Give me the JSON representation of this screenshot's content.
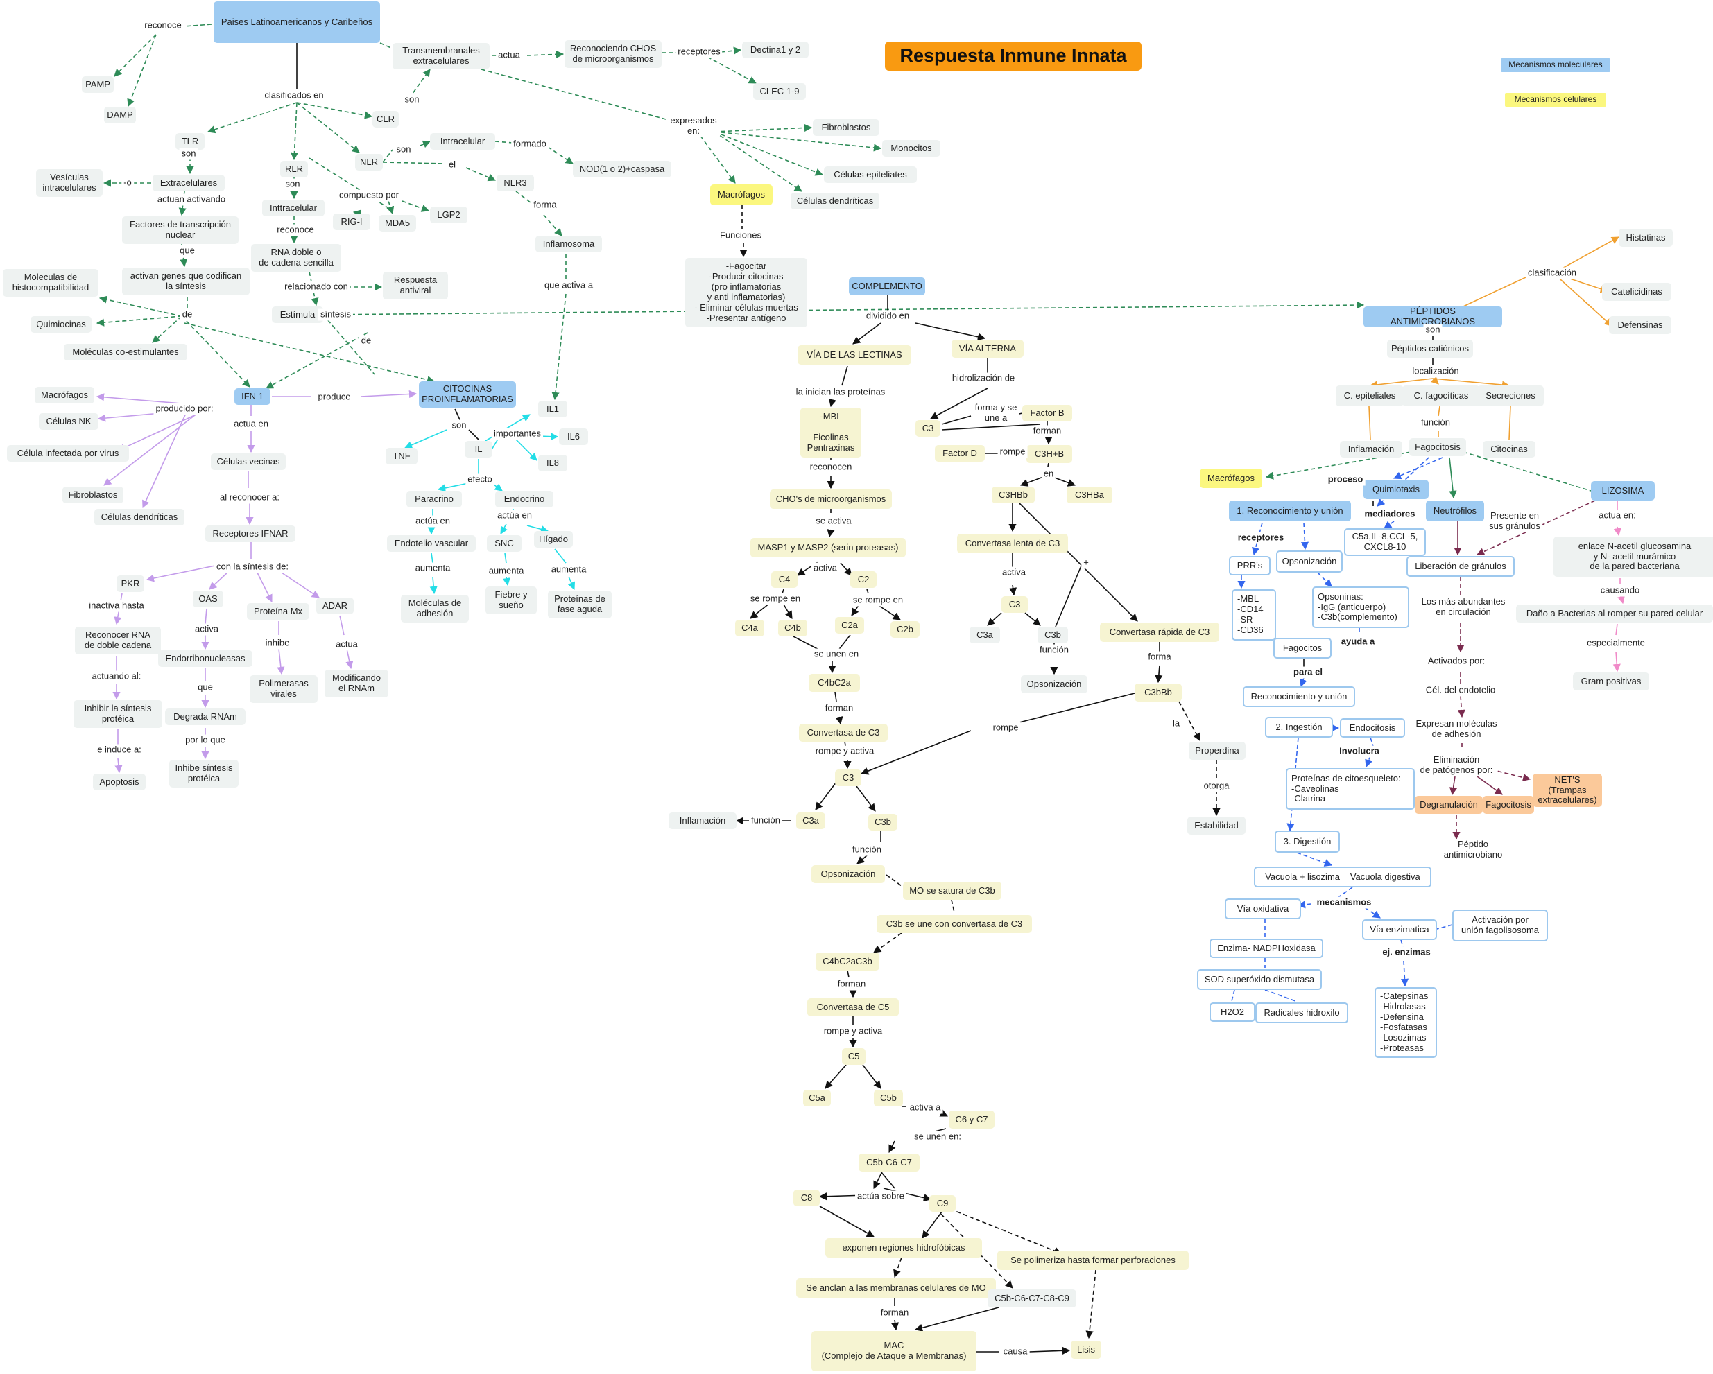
{
  "title": "Respuesta Inmune Innata",
  "legend": {
    "molecular": "Mecanismos moleculares",
    "cellular": "Mecanismos celulares"
  },
  "colors": {
    "node_gray": "#eef2f1",
    "node_blue": "#9ecbf2",
    "node_yellow": "#f6f4d2",
    "node_highlight": "#fbf77f",
    "title_orange": "#f99a11",
    "nets_peach": "#fbc99a",
    "edge_green": "#2e8b57",
    "edge_violet": "#c39bea",
    "edge_cyan": "#23dde6",
    "edge_black": "#111111",
    "edge_blue": "#3366ee",
    "edge_orange": "#f0a030",
    "edge_maroon": "#7a2b4e",
    "edge_pink": "#f08ac8"
  },
  "nodes": {
    "n1": "Paises Latinoamericanos y Caribeños",
    "n2": "PAMP",
    "n3": "DAMP",
    "n4": "Transmembranales\nextracelulares",
    "n5": "Reconociendo CHOS\nde microorganismos",
    "n6": "Dectina1 y 2",
    "n7": "CLEC 1-9",
    "n8": "CLR",
    "n9": "TLR",
    "n10": "Extracelulares",
    "n11": "Vesículas\nintracelulares",
    "n12": "Factores de transcripción\nnuclear",
    "n13": "activan genes que codifican\nla síntesis",
    "n14": "Moleculas de\nhistocompatibilidad",
    "n15": "Quimiocinas",
    "n16": "Moléculas co-estimulantes",
    "n17": "RLR",
    "n18": "Inttracelular",
    "n19": "RNA doble o\nde cadena sencilla",
    "n20": "Respuesta\nantiviral",
    "n21": "Estímula",
    "n22": "NLR",
    "n23": "Intracelular",
    "n24": "NOD(1 o 2)+caspasa",
    "n25": "NLR3",
    "n26": "Inflamosoma",
    "n27": "RIG-I",
    "n28": "MDA5",
    "n29": "LGP2",
    "n30": "Fibroblastos",
    "n31": "Monocitos",
    "n32": "Células epiteliates",
    "n33": "Células dendríticas",
    "n34": "Macrófagos",
    "n35": "-Fagocitar\n-Producir citocinas\n(pro inflamatorias\ny anti inflamatorias)\n- Eliminar células muertas\n-Presentar antígeno",
    "n36": "IFN 1",
    "n37": "Macrófagos",
    "n38": "Células NK",
    "n39": "Célula infectada por virus",
    "n40": "Fibroblastos",
    "n41": "Células dendríticas",
    "n42": "Células vecinas",
    "n43": "Receptores IFNAR",
    "n44": "PKR",
    "n45": "Reconocer RNA\nde doble cadena",
    "n46": "Inhibir la síntesis\nprotéica",
    "n47": "Apoptosis",
    "n48": "OAS",
    "n49": "Endorribonucleasas",
    "n50": "Degrada RNAm",
    "n51": "Inhibe síntesis\nprotéica",
    "n52": "Proteína Mx",
    "n53": "Polimerasas\nvirales",
    "n54": "ADAR",
    "n55": "Modificando\nel RNAm",
    "n56": "CITOCINAS\nPROINFLAMATORIAS",
    "n57": "TNF",
    "n58": "IL",
    "n59": "IL1",
    "n60": "IL6",
    "n61": "IL8",
    "n62": "Paracrino",
    "n63": "Endotelio vascular",
    "n64": "Moléculas de\nadhesión",
    "n65": "Endocrino",
    "n66": "SNC",
    "n67": "Fiebre y\nsueño",
    "n68": "Hígado",
    "n69": "Proteínas de\nfase aguda",
    "n70": "COMPLEMENTO",
    "n71": "VÍA DE LAS LECTINAS",
    "n72": "-MBL\n\nFicolinas\nPentraxinas",
    "n73": "CHO's de microorganismos",
    "n74": "MASP1 y MASP2 (serin proteasas)",
    "n75": "C4",
    "n76": "C2",
    "n77": "C4a",
    "n78": "C4b",
    "n79": "C2a",
    "n80": "C2b",
    "n81": "C4bC2a",
    "n82": "Convertasa de C3",
    "n83": "C3",
    "n84": "C3a",
    "n85": "Inflamación",
    "n86": "C3b",
    "n87": "Opsonización",
    "n88": "MO se satura de C3b",
    "n89": "C3b se une con convertasa de C3",
    "n90": "C4bC2aC3b",
    "n91": "Convertasa de C5",
    "n92": "C5",
    "n93": "C5a",
    "n94": "C5b",
    "n95": "C6 y C7",
    "n96": "C5b-C6-C7",
    "n97": "C8",
    "n98": "C9",
    "n99": "exponen regiones hidrofóbicas",
    "n100": "Se polimeriza hasta formar perforaciones",
    "n101": "Se anclan a las membranas celulares de MO",
    "n102": "C5b-C6-C7-C8-C9",
    "n103": "MAC\n(Complejo de Ataque a Membranas)",
    "n104": "Lisis",
    "n105": "VÍA ALTERNA",
    "n106": "C3",
    "n107": "Factor B",
    "n108": "Factor D",
    "n109": "C3H+B",
    "n110": "C3HBb",
    "n111": "C3HBa",
    "n112": "Convertasa lenta de C3",
    "n113": "C3",
    "n114": "C3a",
    "n115": "C3b",
    "n116": "Opsonización",
    "n117": "Convertasa rápida de C3",
    "n118": "C3bBb",
    "n119": "Properdina",
    "n120": "Estabilidad",
    "n121": "PÉPTIDOS ANTIMICROBIANOS",
    "n122": "Histatinas",
    "n123": "Catelicidinas",
    "n124": "Defensinas",
    "n125": "Péptidos catiónicos",
    "n126": "C. epiteliales",
    "n127": "C. fagocíticas",
    "n128": "Secreciones",
    "n129": "Inflamación",
    "n130": "Fagocitosis",
    "n131": "Citocinas",
    "n132": "Macrófagos",
    "n133": "Quimiotaxis",
    "n134": "1. Reconocimiento y unión",
    "n135": "Neutrófilos",
    "n136": "LIZOSIMA",
    "n137": "PRR's",
    "n138": "-MBL\n-CD14\n-SR\n-CD36",
    "n139": "Opsonización",
    "n140": "C5a,IL-8,CCL-5,\nCXCL8-10",
    "n141": "Opsoninas:\n-IgG (anticuerpo)\n-C3b(complemento)",
    "n142": "Fagocitos",
    "n143": "Reconocimiento y unión",
    "n144": "2. Ingestión",
    "n145": "Endocitosis",
    "n146": "Proteínas de citoesqueleto:\n-Caveolinas\n-Clatrina",
    "n147": "3. Digestión",
    "n148": "Vacuola + lisozima = Vacuola digestiva",
    "n149": "Vía oxidativa",
    "n150": "Vía enzimatica",
    "n151": "Activación por\nunión fagolisosoma",
    "n152": "Enzima- NADPHoxidasa",
    "n153": "SOD superóxido dismutasa",
    "n154": "H2O2",
    "n155": "Radicales hidroxilo",
    "n156": "-Catepsinas\n-Hidrolasas\n-Defensina\n-Fosfatasas\n-Losozimas\n-Proteasas",
    "n157": "Liberación de gránulos",
    "n158": "Degranulación",
    "n159": "Fagocitosis",
    "n160": "NET'S\n(Trampas\nextracelulares)",
    "n161": "enlace N-acetil glucosamina\ny N- acetil murámico\nde la pared bacteriana",
    "n162": "Daño a Bacterias al romper su pared celular",
    "n163": "Gram positivas"
  },
  "labels": {
    "l1": "reconoce",
    "l2": "actua",
    "l3": "receptores",
    "l4": "clasificados en",
    "l5": "son",
    "l6": "son",
    "l7": "-o",
    "l8": "actuan activando",
    "l9": "que",
    "l10": "de",
    "l11": "síntesis",
    "l12": "de",
    "l13": "son",
    "l14": "reconoce",
    "l15": "relacionado con",
    "l16": "compuesto por",
    "l17": "son",
    "l18": "formado",
    "l19": "el",
    "l20": "forma",
    "l21": "que activa a",
    "l22": "expresados\nen:",
    "l23": "Funciones",
    "l24": "producido por:",
    "l25": "produce",
    "l26": "actua en",
    "l27": "al reconocer a:",
    "l28": "con la síntesis de:",
    "l29": "inactiva hasta",
    "l30": "actuando al:",
    "l31": "e induce a:",
    "l32": "activa",
    "l33": "que",
    "l34": "por lo que",
    "l35": "inhibe",
    "l36": "actua",
    "l37": "son",
    "l38": "importantes",
    "l39": "efecto",
    "l40": "actúa en",
    "l41": "aumenta",
    "l42": "actúa en",
    "l43": "aumenta",
    "l44": "aumenta",
    "l45": "dividido en",
    "l46": "la inician las proteínas",
    "l47": "reconocen",
    "l48": "se activa",
    "l49": "activa",
    "l50": "se rompe en",
    "l51": "se rompe en",
    "l52": "se unen en",
    "l53": "forman",
    "l54": "rompe y activa",
    "l55": "función",
    "l56": "función",
    "l57": "forman",
    "l58": "rompe y activa",
    "l59": "activa a",
    "l60": "se unen en:",
    "l61": "actúa sobre",
    "l62": "forman",
    "l63": "causa",
    "l64": "hidrolización de",
    "l65": "forma y se\nune a",
    "l66": "forman",
    "l67": "rompe",
    "l68": "en",
    "l69": "activa",
    "l70": "función",
    "l71": "+",
    "l72": "forma",
    "l73": "la",
    "l74": "otorga",
    "l75": "rompe",
    "l76": "clasificación",
    "l77": "son",
    "l78": "localización",
    "l79": "función",
    "l80": "proceso",
    "l81": "receptores",
    "l82": "mediadores",
    "l83": "ayuda a",
    "l84": "para el",
    "l85": "Involucra",
    "l86": "mecanismos",
    "l87": "ej. enzimas",
    "l88": "Presente en\nsus gránulos",
    "l89": "Los más abundantes\nen circulación",
    "l90": "Activados por:",
    "l91": "Cél. del endotelio",
    "l92": "Expresan moléculas\nde adhesión",
    "l93": "Eliminación\nde patógenos por:",
    "l94": "Péptido\nantimicrobiano",
    "l95": "actua en:",
    "l96": "causando",
    "l97": "especialmente"
  }
}
